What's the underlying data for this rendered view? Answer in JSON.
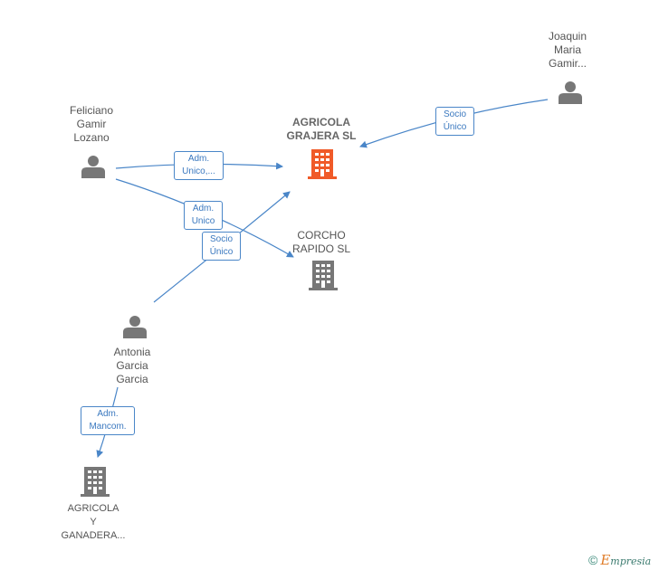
{
  "colors": {
    "edge": "#4a86c8",
    "company_main": "#f05a28",
    "company": "#777777",
    "person": "#777777"
  },
  "nodes": {
    "joaquin": {
      "lines": [
        "Joaquin",
        "Maria",
        "Gamir..."
      ],
      "icon": "person-icon"
    },
    "feliciano": {
      "lines": [
        "Feliciano",
        "Gamir",
        "Lozano"
      ],
      "icon": "person-icon"
    },
    "agricola_grajera": {
      "lines": [
        "AGRICOLA",
        "GRAJERA  SL"
      ],
      "icon": "building-icon"
    },
    "corcho": {
      "lines": [
        "CORCHO",
        "RAPIDO  SL"
      ],
      "icon": "building-icon"
    },
    "antonia": {
      "lines": [
        "Antonia",
        "Garcia",
        "Garcia"
      ],
      "icon": "person-icon"
    },
    "agricola_ganadera": {
      "lines": [
        "AGRICOLA",
        "Y",
        "GANADERA..."
      ],
      "icon": "building-icon"
    }
  },
  "edges": {
    "joaquin_grajera": [
      "Socio",
      "Único"
    ],
    "feliciano_grajera": [
      "Adm.",
      "Unico,..."
    ],
    "feliciano_corcho": [
      "Adm.",
      "Unico"
    ],
    "antonia_grajera": [
      "Socio",
      "Único"
    ],
    "antonia_ganadera": [
      "Adm.",
      "Mancom."
    ]
  },
  "footer": {
    "copyright": "©",
    "brand_first": "E",
    "brand_rest": "mpresia"
  }
}
